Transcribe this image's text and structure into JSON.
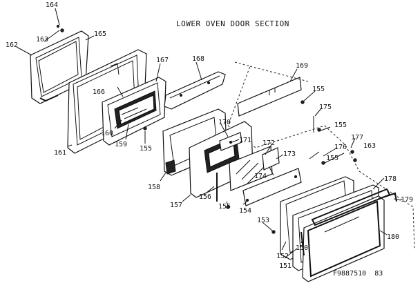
{
  "title": "LOWER OVEN DOOR SECTION",
  "diagram_code": "F9887510  83",
  "callouts": {
    "c150": "150",
    "c151": "151",
    "c152": "152",
    "c153": "153",
    "c154": "154",
    "c155a": "155",
    "c155b": "155",
    "c155c": "155",
    "c155d": "155",
    "c155e": "155",
    "c156": "156",
    "c157": "157",
    "c158": "158",
    "c159": "159",
    "c160": "160",
    "c161": "161",
    "c162": "162",
    "c163a": "163",
    "c163b": "163",
    "c164": "164",
    "c165": "165",
    "c166": "166",
    "c167": "167",
    "c168": "168",
    "c169": "169",
    "c170": "170",
    "c171": "171",
    "c172": "172",
    "c173": "173",
    "c174": "174",
    "c175": "175",
    "c176": "176",
    "c177": "177",
    "c178": "178",
    "c179": "179",
    "c180": "180"
  }
}
